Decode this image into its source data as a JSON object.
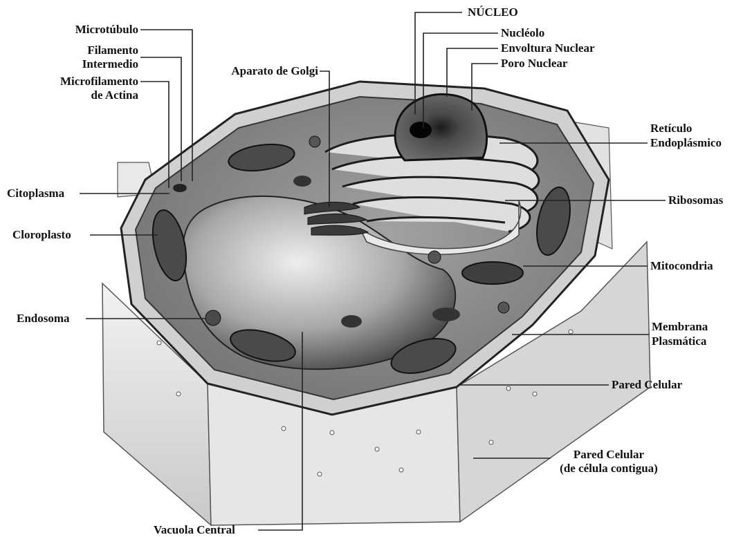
{
  "labels": {
    "nucleo": "NÚCLEO",
    "nucleolo": "Nucléolo",
    "envoltura_nuclear": "Envoltura Nuclear",
    "poro_nuclear": "Poro Nuclear",
    "microtubulo": "Microtúbulo",
    "filamento_intermedio_1": "Filamento",
    "filamento_intermedio_2": "Intermedio",
    "microfilamento_1": "Microfilamento",
    "microfilamento_2": "de Actina",
    "aparato_golgi": "Aparato de Golgi",
    "reticulo_1": "Retículo",
    "reticulo_2": "Endoplásmico",
    "citoplasma": "Citoplasma",
    "ribosomas": "Ribosomas",
    "cloroplasto": "Cloroplasto",
    "mitocondria": "Mitocondria",
    "endosoma": "Endosoma",
    "membrana_1": "Membrana",
    "membrana_2": "Plasmática",
    "pared_celular": "Pared Celular",
    "pared_contigua_1": "Pared Celular",
    "pared_contigua_2": "(de célula contigua)",
    "vacuola_central": "Vacuola Central"
  },
  "colors": {
    "ink": "#111111",
    "cytoplasm": "#8a8a8a",
    "wall": "#dcdcdc",
    "vacuole": "#b5b5b5"
  }
}
